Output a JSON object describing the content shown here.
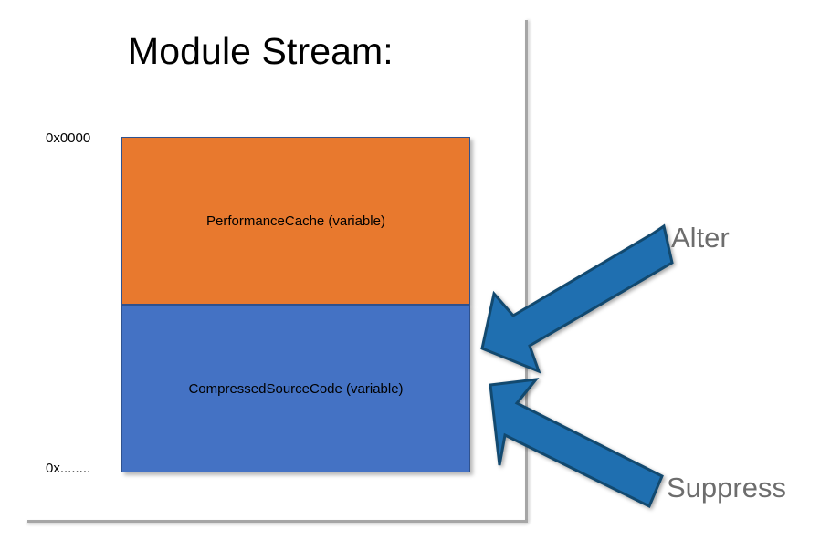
{
  "slide": {
    "title": "Module Stream:",
    "background_color": "#ffffff"
  },
  "memory_map": {
    "address_top": "0x0000",
    "address_bottom": "0x........",
    "blocks": [
      {
        "id": "performance-cache",
        "label": "PerformanceCache (variable)",
        "color": "#E8792E",
        "border_color": "#2f528f"
      },
      {
        "id": "compressed-source-code",
        "label": "CompressedSourceCode (variable)",
        "color": "#4472C4",
        "border_color": "#2f528f"
      }
    ]
  },
  "annotations": {
    "arrow_color": "#1F6FB0",
    "arrow_outline_color": "#12496F",
    "caption_color": "#6d6d6d",
    "items": [
      {
        "id": "alter",
        "caption": "Alter",
        "icon": "arrow-down-left-icon",
        "target": "performance-cache"
      },
      {
        "id": "suppress",
        "caption": "Suppress",
        "icon": "arrow-up-left-icon",
        "target": "compressed-source-code"
      }
    ]
  },
  "frame": {
    "line_color": "#a6a6a6"
  }
}
